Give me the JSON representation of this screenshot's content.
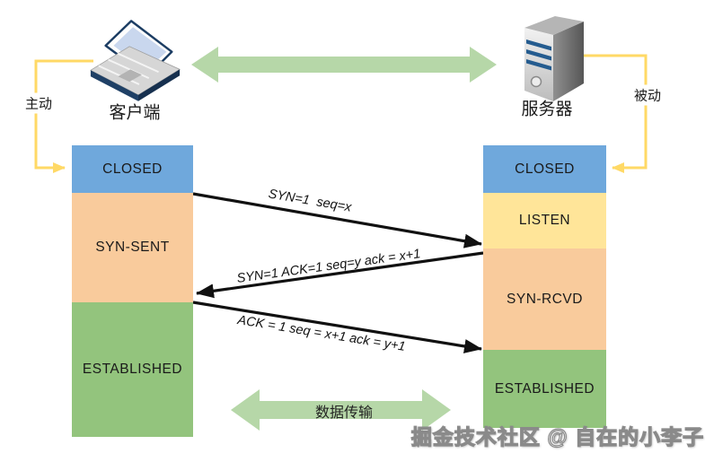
{
  "diagram_title": "TCP three-way handshake state diagram",
  "colors": {
    "blue": "#6fa8dc",
    "yellow": "#ffe599",
    "orange": "#f9cb9c",
    "green": "#93c47d",
    "arrow_green": "#b6d7a8",
    "bracket_yellow": "#ffd966",
    "arrow_black": "#111111"
  },
  "endpoints": {
    "client_label": "客户端",
    "server_label": "服务器",
    "active_label": "主动",
    "passive_label": "被动"
  },
  "client_states": [
    {
      "label": "CLOSED"
    },
    {
      "label": "SYN-SENT"
    },
    {
      "label": "ESTABLISHED"
    }
  ],
  "server_states": [
    {
      "label": "CLOSED"
    },
    {
      "label": "LISTEN"
    },
    {
      "label": "SYN-RCVD"
    },
    {
      "label": "ESTABLISHED"
    }
  ],
  "messages": [
    {
      "label": "SYN=1  seq=x",
      "direction": "client-to-server"
    },
    {
      "label": "SYN=1 ACK=1 seq=y ack = x+1",
      "direction": "server-to-client"
    },
    {
      "label": "ACK = 1 seq = x+1 ack = y+1",
      "direction": "client-to-server"
    }
  ],
  "data_transfer_label": "数据传输",
  "watermark": "掘金技术社区 @ 自在的小李子"
}
